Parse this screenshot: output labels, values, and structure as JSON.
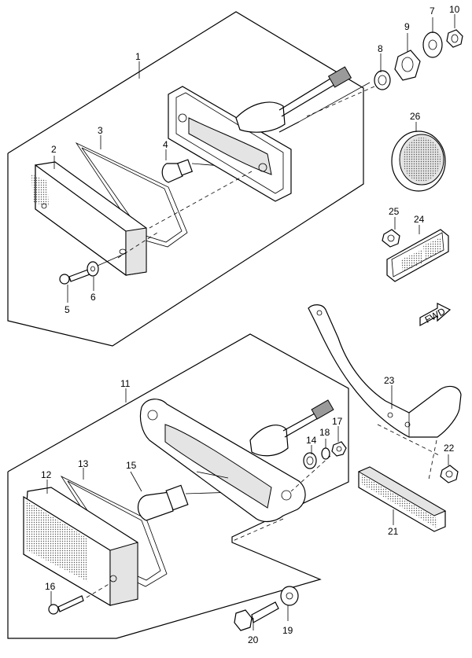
{
  "diagram": {
    "parts": [
      {
        "no": "1"
      },
      {
        "no": "2"
      },
      {
        "no": "3"
      },
      {
        "no": "4"
      },
      {
        "no": "5"
      },
      {
        "no": "6"
      },
      {
        "no": "7"
      },
      {
        "no": "8"
      },
      {
        "no": "9"
      },
      {
        "no": "10"
      },
      {
        "no": "11"
      },
      {
        "no": "12"
      },
      {
        "no": "13"
      },
      {
        "no": "14"
      },
      {
        "no": "15"
      },
      {
        "no": "16"
      },
      {
        "no": "17"
      },
      {
        "no": "18"
      },
      {
        "no": "19"
      },
      {
        "no": "20"
      },
      {
        "no": "21"
      },
      {
        "no": "22"
      },
      {
        "no": "23"
      },
      {
        "no": "24"
      },
      {
        "no": "25"
      },
      {
        "no": "26"
      }
    ],
    "fwd_label": "FWD"
  }
}
